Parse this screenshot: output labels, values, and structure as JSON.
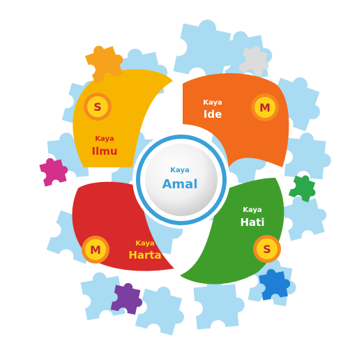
{
  "center": {
    "small": "Kaya",
    "big": "Amal",
    "color": "#3aa0d8"
  },
  "petals": [
    {
      "id": "ilmu",
      "small": "Kaya",
      "big": "Ilmu",
      "color": "#f7b500",
      "text_color": "#d62424",
      "badge": "S"
    },
    {
      "id": "ide",
      "small": "Kaya",
      "big": "Ide",
      "color": "#f26a1b",
      "text_color": "#ffffff",
      "badge": "M"
    },
    {
      "id": "hati",
      "small": "Kaya",
      "big": "Hati",
      "color": "#3f9e2b",
      "text_color": "#ffffff",
      "badge": "S"
    },
    {
      "id": "harta",
      "small": "Kaya",
      "big": "Harta",
      "color": "#d82a2a",
      "text_color": "#ffd21a",
      "badge": "M"
    }
  ],
  "colors": {
    "puzzle_bg": "#a9dbf3",
    "badge_ring": "#f58a1f",
    "badge_fill": "#ffd21a",
    "badge_text": "#c0262c",
    "puzzle_orange": "#f6a21c",
    "puzzle_grey": "#dcdcdc",
    "puzzle_pink": "#d2308a",
    "puzzle_green": "#2aa84a",
    "puzzle_blue": "#1f7fd4",
    "puzzle_purple": "#7a3fa0"
  },
  "decor_pieces": [
    "orange-puzzle-piece",
    "grey-puzzle-piece",
    "pink-puzzle-piece",
    "green-puzzle-piece",
    "blue-puzzle-piece",
    "purple-puzzle-piece"
  ]
}
